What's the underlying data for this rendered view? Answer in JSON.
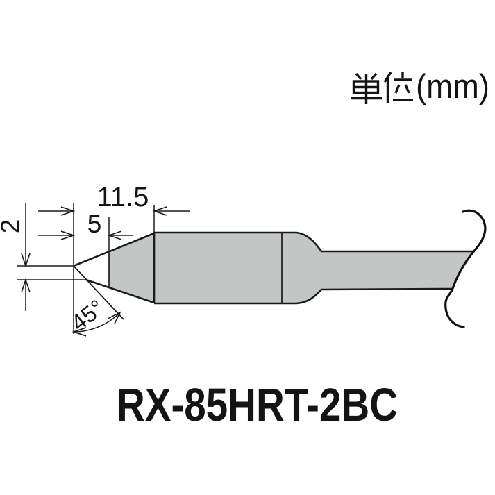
{
  "unit_label": {
    "full_text": "単位(mm)",
    "kanji": "単位",
    "suffix": "(mm)"
  },
  "model_name": "RX-85HRT-2BC",
  "dimensions": {
    "overall_tip_length_mm": "11.5",
    "plated_tip_length_mm": "5",
    "tip_face_width_mm": "2",
    "bevel_angle": "45°"
  },
  "colors": {
    "body_fill": "#c3c6c4",
    "outline": "#1b1b1b",
    "background": "#ffffff"
  }
}
